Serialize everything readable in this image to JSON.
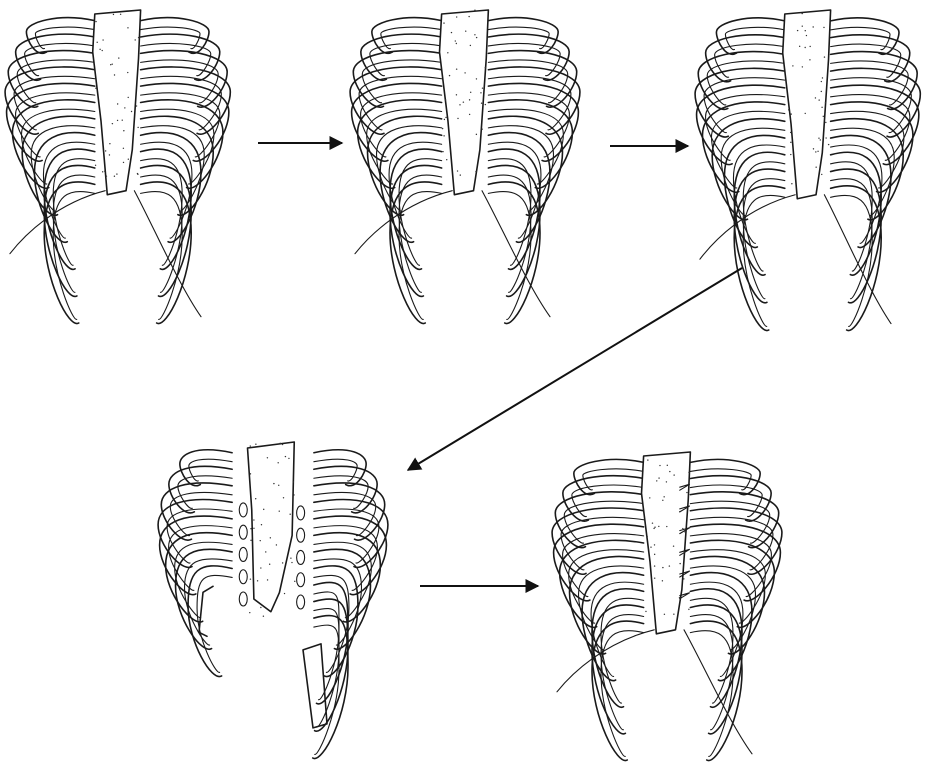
{
  "figure": {
    "panels": [
      {
        "id": "stage-1",
        "variant": "intact"
      },
      {
        "id": "stage-2",
        "variant": "intact"
      },
      {
        "id": "stage-3",
        "variant": "intact"
      },
      {
        "id": "stage-4",
        "variant": "split"
      },
      {
        "id": "stage-5",
        "variant": "repaired"
      }
    ],
    "arrows": [
      {
        "from": "stage-1",
        "to": "stage-2"
      },
      {
        "from": "stage-2",
        "to": "stage-3"
      },
      {
        "from": "stage-3",
        "to": "stage-4"
      },
      {
        "from": "stage-4",
        "to": "stage-5"
      }
    ],
    "colors": {
      "ink": "#1a1a1a",
      "background": "#ffffff"
    }
  }
}
